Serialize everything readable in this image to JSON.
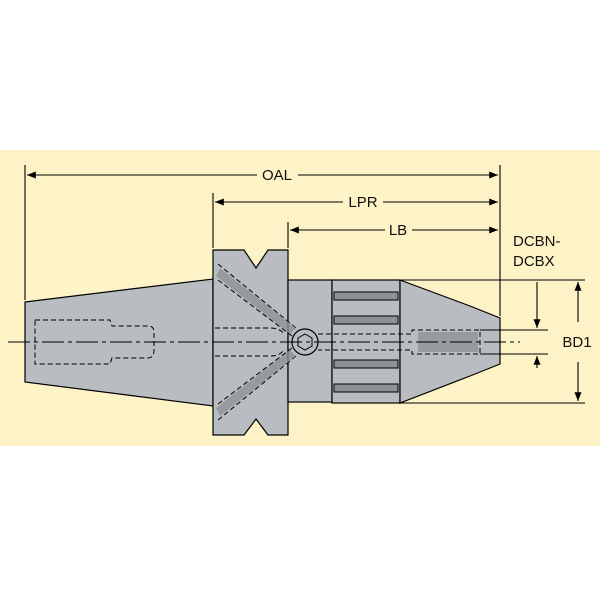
{
  "colors": {
    "panel": "#fdf3c6",
    "body": "#b9bcc0",
    "body_dark": "#8e9196",
    "outline": "#000000"
  },
  "labels": {
    "oal": "OAL",
    "lpr": "LPR",
    "lb": "LB",
    "dcbn": "DCBN-",
    "dcbx": "DCBX",
    "bd1": "BD1"
  }
}
